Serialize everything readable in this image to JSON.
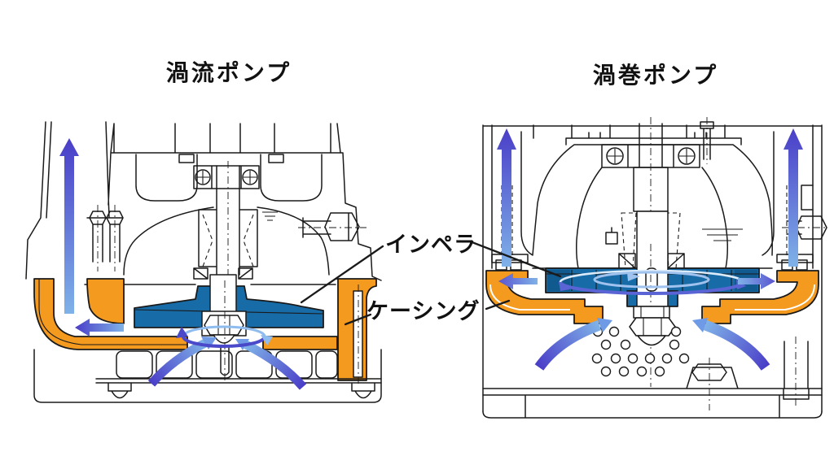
{
  "titles": {
    "left": "渦流ポンプ",
    "right": "渦巻ポンプ"
  },
  "callouts": {
    "impeller": "インペラ",
    "casing": "ケーシング"
  },
  "colors": {
    "background": "#FFFFFF",
    "line": "#1A1A1A",
    "casing_orange": "#F49A1F",
    "impeller_blue": "#176CA8",
    "flow_light": "#7FB2E8",
    "flow_dark": "#4A3EC8",
    "swirl_light": "#8FBCEE",
    "swirl_dark": "#4A49C9"
  }
}
